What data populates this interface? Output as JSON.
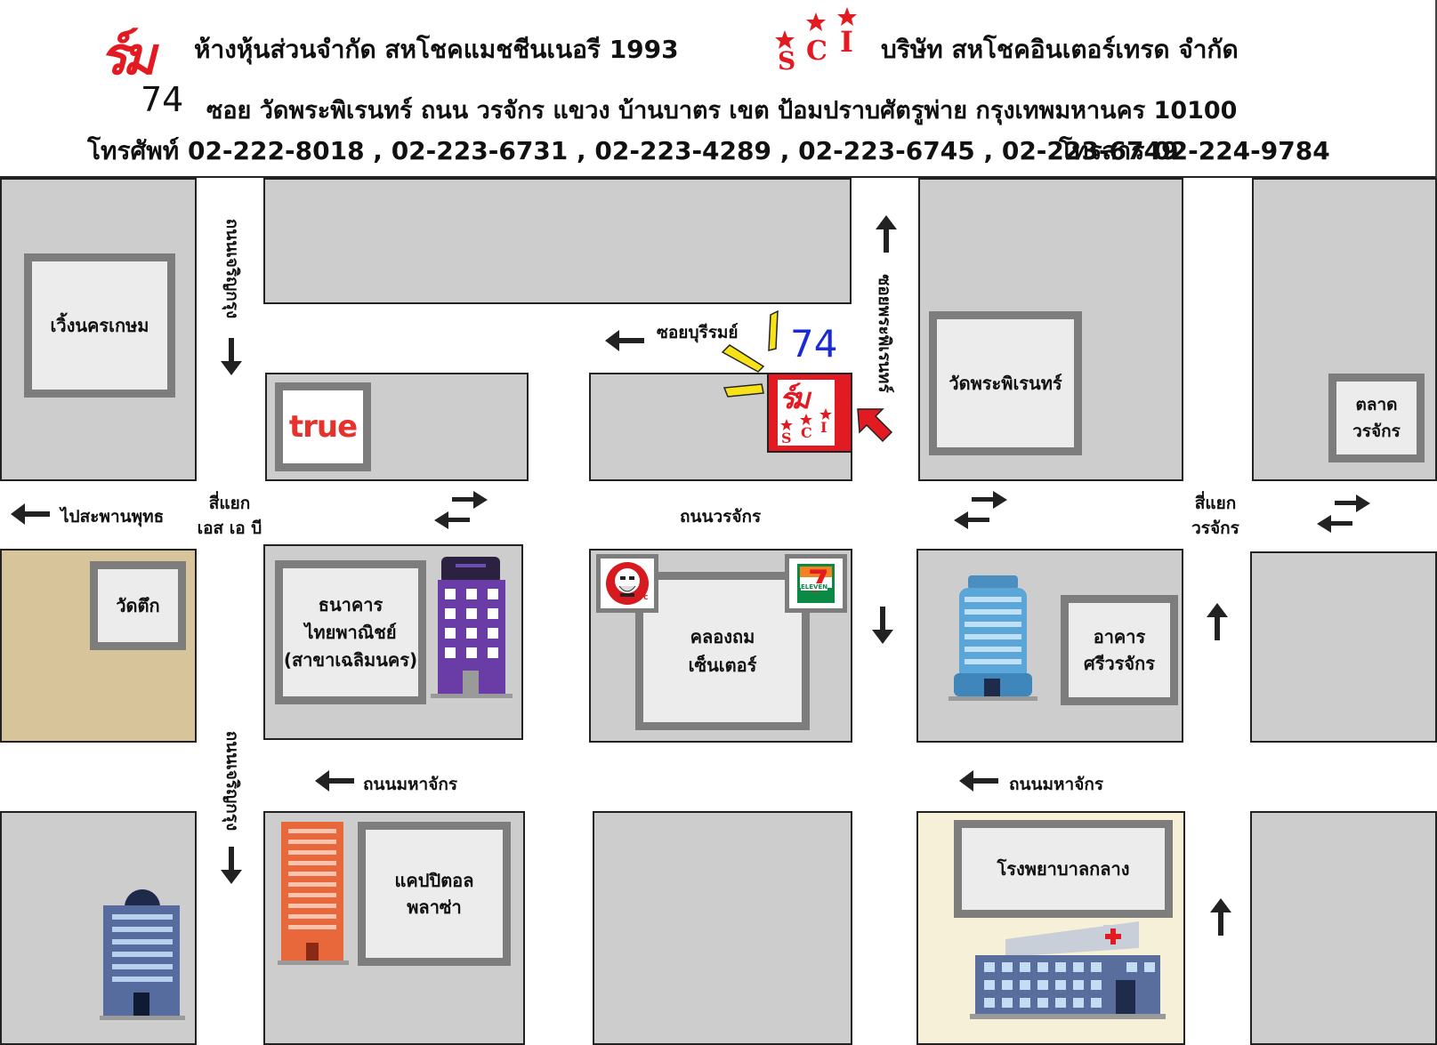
{
  "header": {
    "company_left": "ห้างหุ้นส่วนจำกัด สหโชคแมชชีนเนอรี 1993",
    "company_right": "บริษัท สหโชคอินเตอร์เทรด จำกัด",
    "address_number": "74",
    "address": "ซอย วัดพระพิเรนทร์ ถนน วรจักร แขวง บ้านบาตร เขต ป้อมปราบศัตรูพ่าย กรุงเทพมหานคร 10100",
    "phone": "โทรศัพท์  02-222-8018 , 02-223-6731 , 02-223-4289 , 02-223-6745 , 02-223-6749",
    "fax": "โทรสาร   02-224-9784",
    "logo_left_text": "ร์ม",
    "logo_right_letters": [
      "S",
      "C",
      "I"
    ]
  },
  "map": {
    "roads": {
      "charoen_krung_top": "ถนนเจริญกรุง",
      "charoen_krung_bottom": "ถนนเจริญกรุง",
      "soi_phra_phiren": "ซอยพระพิเรนทร์",
      "soi_buriram": "ซอยบุรีรมย์",
      "worachak": "ถนนวรจักร",
      "maha_chak_left": "ถนนมหาจักร",
      "maha_chak_right": "ถนนมหาจักร",
      "to_memorial_bridge": "ไปสะพานพุทธ",
      "sab_intersection_1": "สี่แยก",
      "sab_intersection_2": "เอส เอ บี",
      "worachak_intersection_1": "สี่แยก",
      "worachak_intersection_2": "วรจักร"
    },
    "places": {
      "wieng_nakhon_kasem": "เวิ้งนครเกษม",
      "true_logo": "true",
      "wat_phra_phiren": "วัดพระพิเรนทร์",
      "talat_worachak_1": "ตลาด",
      "talat_worachak_2": "วรจักร",
      "wat_tuek": "วัดตึก",
      "scb_1": "ธนาคาร",
      "scb_2": "ไทยพาณิชย์",
      "scb_3": "(สาขาเฉลิมนคร)",
      "khlong_thom_1": "คลองถม",
      "khlong_thom_2": "เซ็นเตอร์",
      "sri_worachak_1": "อาคาร",
      "sri_worachak_2": "ศรีวรจักร",
      "capitol_1": "แคปปิตอล",
      "capitol_2": "พลาซ่า",
      "klang_hospital": "โรงพยาบาลกลาง",
      "seven_eleven": "7",
      "seven_eleven_sub": "ELEVEN",
      "kfc": "KFC"
    },
    "destination_number": "74",
    "colors": {
      "block": "#cdcdcd",
      "inner": "#ececec",
      "inner_border": "#7d7d7d",
      "logo_red": "#e21b23",
      "number_blue": "#1a2bd6",
      "highlight_yellow": "#f7e21a",
      "wat_tuek_block": "#d8c49a",
      "hospital_block": "#f6f0d9",
      "true_red": "#e5322d"
    }
  }
}
